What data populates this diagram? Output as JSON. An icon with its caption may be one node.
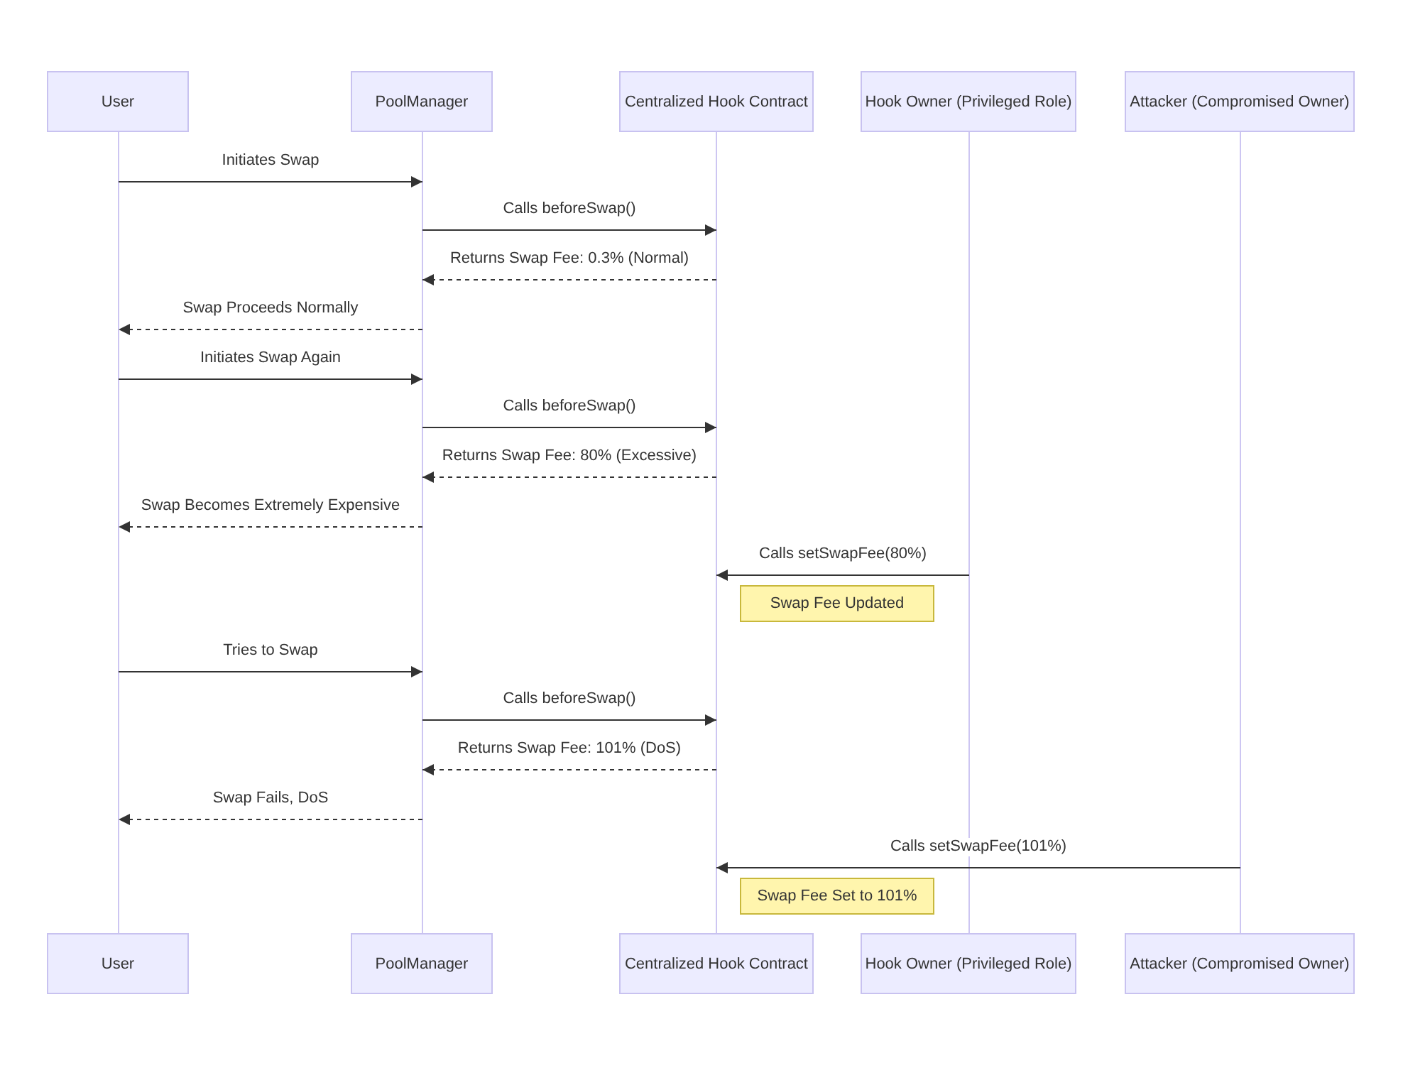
{
  "diagram": {
    "nodes": [
      {
        "text": [
          "User"
        ]
      },
      {
        "text": [
          "PoolManager"
        ]
      },
      {
        "text": [
          "Centralized Hook Contract"
        ]
      },
      {
        "text": [
          "Hook Owner (Privileged Role)"
        ]
      },
      {
        "text": [
          "Attacker (Compromised Owner)"
        ]
      },
      {
        "text": [],
        "shape": "line"
      },
      {
        "text": [],
        "shape": "line"
      },
      {
        "text": [],
        "shape": "line"
      },
      {
        "text": [],
        "shape": "line"
      },
      {
        "text": [],
        "shape": "line"
      },
      {
        "text": [
          "Swap Fee Updated"
        ]
      },
      {
        "text": [
          "Swap Fee Set to 101%"
        ]
      },
      {
        "text": [
          "User"
        ]
      },
      {
        "text": [
          "PoolManager"
        ]
      },
      {
        "text": [
          "Centralized Hook Contract"
        ]
      },
      {
        "text": [
          "Hook Owner (Privileged Role)"
        ]
      },
      {
        "text": [
          "Attacker (Compromised Owner)"
        ]
      }
    ],
    "edges": [
      {
        "from": 5,
        "to": 6,
        "arrow": "to",
        "label": "Initiates Swap"
      },
      {
        "from": 6,
        "to": 7,
        "arrow": "to",
        "label": "Calls beforeSwap()"
      },
      {
        "from": 7,
        "to": 6,
        "arrow": "to",
        "label": "Returns Swap Fee: 0.3% (Normal)",
        "style": "dashed"
      },
      {
        "from": 6,
        "to": 5,
        "arrow": "to",
        "label": "Swap Proceeds Normally",
        "style": "dashed"
      },
      {
        "from": 5,
        "to": 6,
        "arrow": "to",
        "label": "Initiates Swap Again"
      },
      {
        "from": 6,
        "to": 7,
        "arrow": "to",
        "label": "Calls beforeSwap()"
      },
      {
        "from": 7,
        "to": 6,
        "arrow": "to",
        "label": "Returns Swap Fee: 80% (Excessive)",
        "style": "dashed"
      },
      {
        "from": 6,
        "to": 5,
        "arrow": "to",
        "label": "Swap Becomes Extremely Expensive",
        "style": "dashed"
      },
      {
        "from": 8,
        "to": 7,
        "arrow": "to",
        "label": "Calls setSwapFee(80%)"
      },
      {
        "from": 5,
        "to": 6,
        "arrow": "to",
        "label": "Tries to Swap"
      },
      {
        "from": 6,
        "to": 7,
        "arrow": "to",
        "label": "Calls beforeSwap()"
      },
      {
        "from": 7,
        "to": 6,
        "arrow": "to",
        "label": "Returns Swap Fee: 101% (DoS)",
        "style": "dashed"
      },
      {
        "from": 6,
        "to": 5,
        "arrow": "to",
        "label": "Swap Fails, DoS",
        "style": "dashed"
      },
      {
        "from": 9,
        "to": 7,
        "arrow": "to",
        "label": "Calls setSwapFee(101%)"
      }
    ]
  }
}
